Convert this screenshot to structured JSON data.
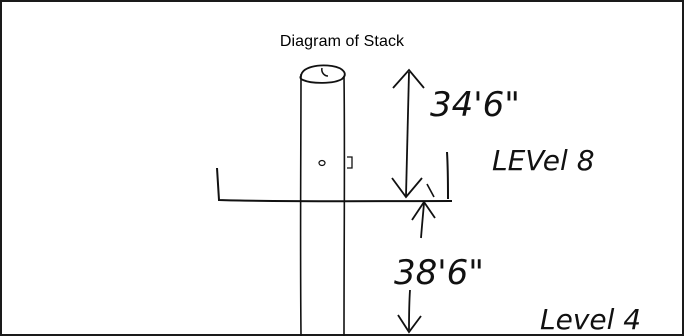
{
  "title": "Diagram of Stack",
  "upper_dimension": "34'6\"",
  "lower_dimension": "38'6\"",
  "upper_level_label": "LEVel 8",
  "lower_level_label": "Level 4",
  "colors": {
    "ink": "#111111",
    "border": "#1a1a1a",
    "background": "#ffffff"
  }
}
